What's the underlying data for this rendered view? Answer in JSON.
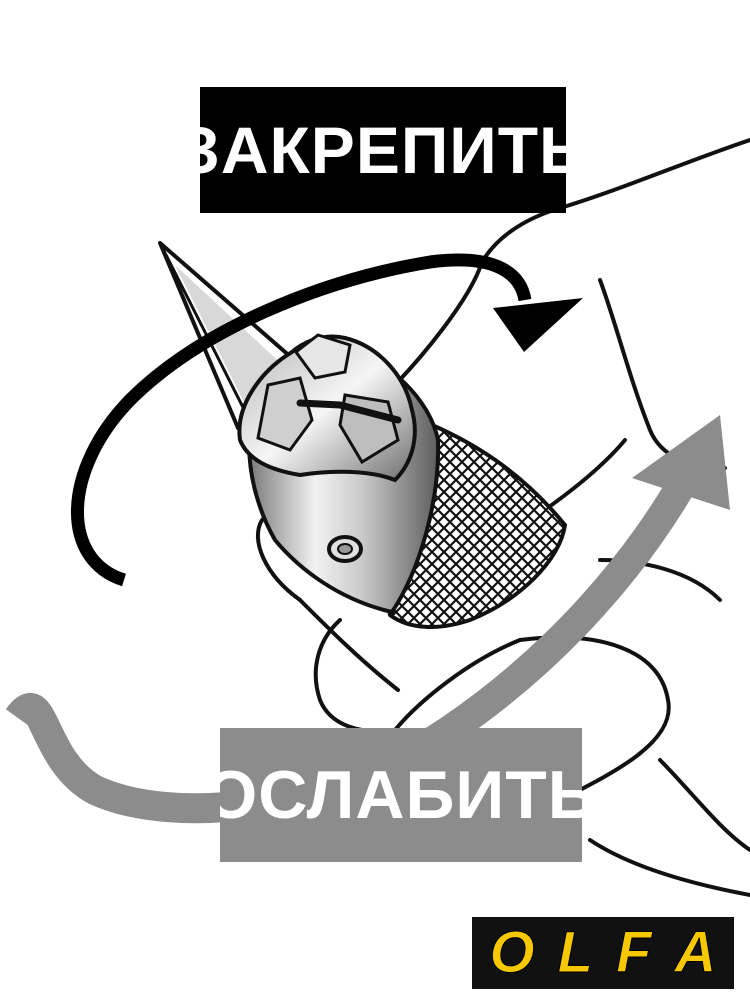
{
  "labels": {
    "tighten": "ЗАКРЕПИТЬ",
    "loosen": "ОСЛАБИТЬ"
  },
  "brand": {
    "logo_text": "OLFA",
    "letters": [
      "O",
      "L",
      "F",
      "A"
    ],
    "logo_color": "#f6c800",
    "logo_background": "#111111"
  },
  "colors": {
    "tighten_arrow": "#000000",
    "loosen_arrow": "#8c8c8c",
    "tighten_box": "#000000",
    "loosen_box": "#8c8c8c"
  },
  "illustration": {
    "subject": "hand holding craft knife with rotating collet",
    "icons": [
      "hand-illustration",
      "craft-knife-blade",
      "knurled-collet",
      "tighten-arrow-icon",
      "loosen-arrow-icon"
    ]
  }
}
